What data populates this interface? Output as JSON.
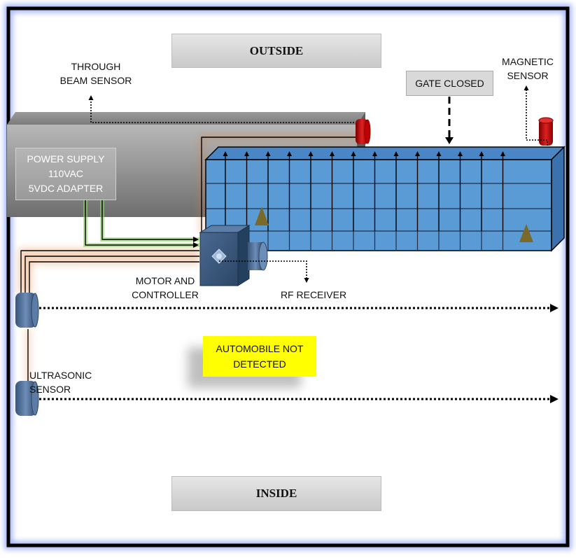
{
  "labels": {
    "outside": "OUTSIDE",
    "inside": "INSIDE",
    "through_beam_sensor": "THROUGH\nBEAM SENSOR",
    "gate_status": "GATE CLOSED",
    "magnetic_sensor": "MAGNETIC\nSENSOR",
    "power_supply": "POWER SUPPLY\n110VAC\n5VDC ADAPTER",
    "motor_controller": "MOTOR AND\nCONTROLLER",
    "rf_receiver": "RF RECEIVER",
    "automobile_status": "AUTOMOBILE NOT\nDETECTED",
    "ultrasonic_sensor": "ULTRASONIC\nSENSOR"
  },
  "colors": {
    "frame": "#000000",
    "frame_glow": "#5b7bf0",
    "gate_blue": "#5b9bd5",
    "gate_grid": "#1f2f4a",
    "housing_gray": "#8c8c8c",
    "status_yellow": "#ffff00",
    "wire_orange": "#e07a2e",
    "wire_green": "#8fd46a",
    "beam_glow": "#3f66e8",
    "reflector_red": "#c00000",
    "triangle": "#7a6a2a"
  }
}
